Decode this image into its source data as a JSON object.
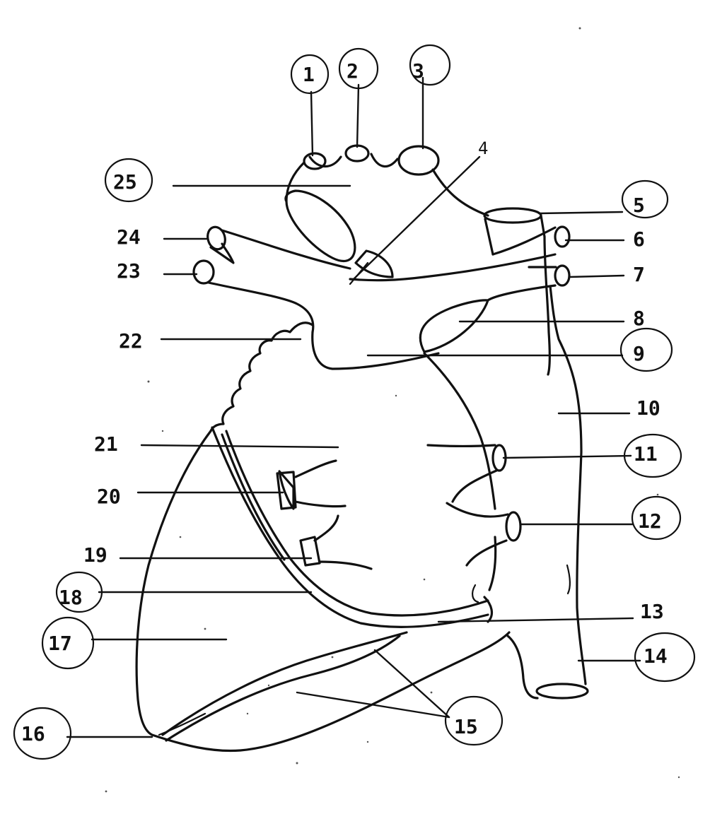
{
  "diagram": {
    "labels": [
      {
        "id": "1",
        "text": "1"
      },
      {
        "id": "2",
        "text": "2"
      },
      {
        "id": "3",
        "text": "3"
      },
      {
        "id": "4",
        "text": "4"
      },
      {
        "id": "5",
        "text": "5"
      },
      {
        "id": "6",
        "text": "6"
      },
      {
        "id": "7",
        "text": "7"
      },
      {
        "id": "8",
        "text": "8"
      },
      {
        "id": "9",
        "text": "9"
      },
      {
        "id": "10",
        "text": "10"
      },
      {
        "id": "11",
        "text": "11"
      },
      {
        "id": "12",
        "text": "12"
      },
      {
        "id": "13",
        "text": "13"
      },
      {
        "id": "14",
        "text": "14"
      },
      {
        "id": "15",
        "text": "15"
      },
      {
        "id": "16",
        "text": "16"
      },
      {
        "id": "17",
        "text": "17"
      },
      {
        "id": "18",
        "text": "18"
      },
      {
        "id": "19",
        "text": "19"
      },
      {
        "id": "20",
        "text": "20"
      },
      {
        "id": "21",
        "text": "21"
      },
      {
        "id": "22",
        "text": "22"
      },
      {
        "id": "23",
        "text": "23"
      },
      {
        "id": "24",
        "text": "24"
      },
      {
        "id": "25",
        "text": "25"
      }
    ]
  }
}
